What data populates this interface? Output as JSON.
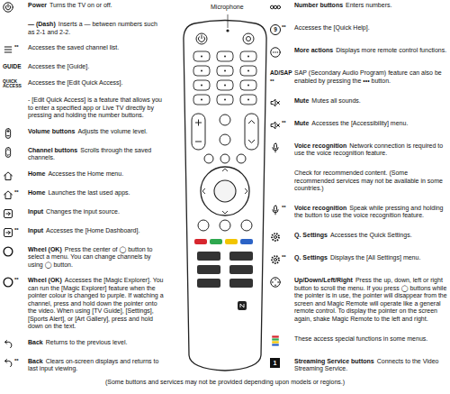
{
  "diagram": {
    "caption": "(Some buttons and services may not be provided depending upon models or regions.)",
    "labels": [
      "Microphone",
      "Power",
      "Turns the TV on or off.",
      "— (Dash)",
      "Inserts a — between numbers such as 2-1 and 2-2.",
      "**",
      "Accesses the saved channel list.",
      "GUIDE",
      "Accesses the [Guide].",
      "QUICK ACCESS",
      "Accesses the [Edit Quick Access].",
      "- [Edit Quick Access] is a feature that allows you to enter a specified app or Live TV directly by pressing and holding the number buttons.",
      "Volume buttons",
      "Adjusts the volume level.",
      "Channel buttons",
      "Scrolls through the saved channels.",
      "Home",
      "Accesses the Home menu.",
      "**",
      "Home",
      "Launches the last used apps.",
      "Input",
      "Changes the input source.",
      "**",
      "Input",
      "Accesses the [Home Dashboard].",
      "Wheel (OK)",
      "Press the center of ◯ button to select a menu. You can change channels by using ◯ button.",
      "**",
      "Wheel (OK)",
      "Accesses the [Magic Explorer]. You can run the [Magic Explorer] feature when the pointer colour is changed to purple. If watching a channel, press and hold down the pointer onto the video. When using [TV Guide], [Settings], [Sports Alert], or [Art Gallery], press and hold down on the text.",
      "Back",
      "Returns to the previous level.",
      "**",
      "Back",
      "Clears on-screen displays and returns to last input viewing.",
      "Number buttons",
      "Enters numbers.",
      "9",
      "**",
      "Accesses the [Quick Help].",
      "More actions",
      "Displays more remote control functions.",
      "AD/SAP",
      "**",
      "SAP (Secondary Audio Program) feature can also be enabled by pressing the ••• button.",
      "Mute",
      "Mutes all sounds.",
      "**",
      "Mute",
      "Accesses the [Accessibility] menu.",
      "Voice recognition",
      "Network connection is required to use the voice recognition feature.",
      "Check for recommended content. (Some recommended services may not be available in some countries.)",
      "**",
      "Voice recognition",
      "Speak while pressing and holding the button to use the voice recognition feature.",
      "Q. Settings",
      "Accesses the Quick Settings.",
      "**",
      "Q. Settings",
      "Displays the [All Settings] menu.",
      "Up/Down/Left/Right",
      "Press the up, down, left or right button to scroll the menu. If you press ◯ buttons while the pointer is in use, the pointer will disappear from the screen and Magic Remote will operate like a general remote control. To display the pointer on the screen again, shake Magic Remote to the left and right.",
      "These access special functions in some menus.",
      "1",
      "Streaming Service buttons",
      "Connects to the Video Streaming Service."
    ]
  }
}
